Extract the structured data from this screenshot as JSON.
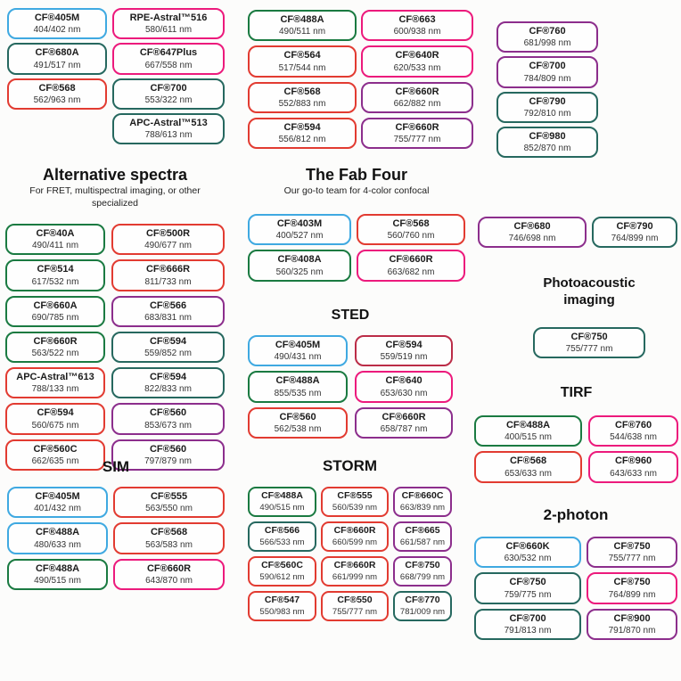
{
  "sections": {
    "alt": {
      "title": "Alternative spectra",
      "subtitle": "For FRET, multispectral imaging, or other specialized"
    },
    "fab": {
      "title": "The Fab Four",
      "subtitle": "Our go-to team for 4-color confocal"
    },
    "sted": {
      "title": "STED"
    },
    "photo": {
      "title": "Photoacoustic imaging"
    },
    "tirf": {
      "title": "TIRF"
    },
    "sim": {
      "title": "SIM"
    },
    "storm": {
      "title": "STORM"
    },
    "twophoton": {
      "title": "2-photon"
    }
  },
  "palette": {
    "blue": "#3FA9E1",
    "green": "#1A7A41",
    "teal": "#26685F",
    "red": "#E23B31",
    "darkred": "#BB2C47",
    "pink": "#EC1A7C",
    "purple": "#8C2E8C"
  },
  "groups": {
    "top_left": {
      "columns": [
        [
          {
            "name": "CF®405M",
            "ex_em": "404/402 nm",
            "color": "blue"
          },
          {
            "name": "CF®680A",
            "ex_em": "491/517 nm",
            "color": "teal"
          },
          {
            "name": "CF®568",
            "ex_em": "562/963 nm",
            "color": "red"
          }
        ],
        [
          {
            "name": "RPE-Astral™516",
            "ex_em": "580/611 nm",
            "color": "pink"
          },
          {
            "name": "CF®647Plus",
            "ex_em": "667/558 nm",
            "color": "pink"
          },
          {
            "name": "CF®700",
            "ex_em": "553/322 nm",
            "color": "teal"
          },
          {
            "name": "APC-Astral™513",
            "ex_em": "788/613 nm",
            "color": "teal"
          }
        ]
      ]
    },
    "top_middle": {
      "columns": [
        [
          {
            "name": "CF®488A",
            "ex_em": "490/511 nm",
            "color": "green"
          },
          {
            "name": "CF®564",
            "ex_em": "517/544 nm",
            "color": "red"
          },
          {
            "name": "CF®568",
            "ex_em": "552/883 nm",
            "color": "red"
          },
          {
            "name": "CF®594",
            "ex_em": "556/812 nm",
            "color": "red"
          }
        ],
        [
          {
            "name": "CF®663",
            "ex_em": "600/938 nm",
            "color": "pink"
          },
          {
            "name": "CF®640R",
            "ex_em": "620/533 nm",
            "color": "pink"
          },
          {
            "name": "CF®660R",
            "ex_em": "662/882 nm",
            "color": "purple"
          },
          {
            "name": "CF®660R",
            "ex_em": "755/777 nm",
            "color": "purple"
          }
        ]
      ]
    },
    "top_right": {
      "columns": [
        [
          {
            "name": "CF®760",
            "ex_em": "681/998 nm",
            "color": "purple"
          },
          {
            "name": "CF®700",
            "ex_em": "784/809 nm",
            "color": "purple"
          },
          {
            "name": "CF®790",
            "ex_em": "792/810 nm",
            "color": "teal"
          },
          {
            "name": "CF®980",
            "ex_em": "852/870 nm",
            "color": "teal"
          }
        ]
      ]
    },
    "alt": {
      "columns": [
        [
          {
            "name": "CF®40A",
            "ex_em": "490/411 nm",
            "color": "green"
          },
          {
            "name": "CF®514",
            "ex_em": "617/532 nm",
            "color": "green"
          },
          {
            "name": "CF®660A",
            "ex_em": "690/785 nm",
            "color": "green"
          },
          {
            "name": "CF®660R",
            "ex_em": "563/522 nm",
            "color": "green"
          },
          {
            "name": "APC-Astral™613",
            "ex_em": "788/133 nm",
            "color": "red"
          },
          {
            "name": "CF®594",
            "ex_em": "560/675 nm",
            "color": "red"
          },
          {
            "name": "CF®560C",
            "ex_em": "662/635 nm",
            "color": "red"
          }
        ],
        [
          {
            "name": "CF®500R",
            "ex_em": "490/677 nm",
            "color": "red"
          },
          {
            "name": "CF®666R",
            "ex_em": "811/733 nm",
            "color": "red"
          },
          {
            "name": "CF®566",
            "ex_em": "683/831 nm",
            "color": "purple"
          },
          {
            "name": "CF®594",
            "ex_em": "559/852 nm",
            "color": "teal"
          },
          {
            "name": "CF®594",
            "ex_em": "822/833 nm",
            "color": "teal"
          },
          {
            "name": "CF®560",
            "ex_em": "853/673 nm",
            "color": "purple"
          },
          {
            "name": "CF®560",
            "ex_em": "797/879 nm",
            "color": "purple"
          }
        ]
      ]
    },
    "fab": {
      "columns": [
        [
          {
            "name": "CF®403M",
            "ex_em": "400/527 nm",
            "color": "blue"
          },
          {
            "name": "CF®408A",
            "ex_em": "560/325 nm",
            "color": "green"
          }
        ],
        [
          {
            "name": "CF®568",
            "ex_em": "560/760 nm",
            "color": "red"
          },
          {
            "name": "CF®660R",
            "ex_em": "663/682 nm",
            "color": "pink"
          }
        ]
      ]
    },
    "sted": {
      "columns": [
        [
          {
            "name": "CF®405M",
            "ex_em": "490/431 nm",
            "color": "blue"
          },
          {
            "name": "CF®488A",
            "ex_em": "855/535 nm",
            "color": "green"
          },
          {
            "name": "CF®560",
            "ex_em": "562/538 nm",
            "color": "red"
          }
        ],
        [
          {
            "name": "CF®594",
            "ex_em": "559/519 nm",
            "color": "darkred"
          },
          {
            "name": "CF®640",
            "ex_em": "653/630 nm",
            "color": "pink"
          },
          {
            "name": "CF®660R",
            "ex_em": "658/787 nm",
            "color": "purple"
          }
        ]
      ]
    },
    "pair": {
      "columns": [
        [
          {
            "name": "CF®680",
            "ex_em": "746/698 nm",
            "color": "purple"
          }
        ],
        [
          {
            "name": "CF®790",
            "ex_em": "764/899 nm",
            "color": "teal"
          }
        ]
      ]
    },
    "photo": {
      "columns": [
        [
          {
            "name": "CF®750",
            "ex_em": "755/777 nm",
            "color": "teal"
          }
        ]
      ]
    },
    "tirf": {
      "columns": [
        [
          {
            "name": "CF®488A",
            "ex_em": "400/515 nm",
            "color": "green"
          },
          {
            "name": "CF®568",
            "ex_em": "653/633 nm",
            "color": "red"
          }
        ],
        [
          {
            "name": "CF®760",
            "ex_em": "544/638 nm",
            "color": "pink"
          },
          {
            "name": "CF®960",
            "ex_em": "643/633 nm",
            "color": "pink"
          }
        ]
      ]
    },
    "sim": {
      "columns": [
        [
          {
            "name": "CF®405M",
            "ex_em": "401/432 nm",
            "color": "blue"
          },
          {
            "name": "CF®488A",
            "ex_em": "480/633 nm",
            "color": "blue"
          },
          {
            "name": "CF®488A",
            "ex_em": "490/515 nm",
            "color": "green"
          }
        ],
        [
          {
            "name": "CF®555",
            "ex_em": "563/550 nm",
            "color": "red"
          },
          {
            "name": "CF®568",
            "ex_em": "563/583 nm",
            "color": "red"
          },
          {
            "name": "CF®660R",
            "ex_em": "643/870 nm",
            "color": "pink"
          }
        ]
      ]
    },
    "storm": {
      "columns": [
        [
          {
            "name": "CF®488A",
            "ex_em": "490/515 nm",
            "color": "green"
          },
          {
            "name": "CF®566",
            "ex_em": "566/533 nm",
            "color": "teal"
          },
          {
            "name": "CF®560C",
            "ex_em": "590/612 nm",
            "color": "red"
          },
          {
            "name": "CF®547",
            "ex_em": "550/983 nm",
            "color": "red"
          }
        ],
        [
          {
            "name": "CF®555",
            "ex_em": "560/539 nm",
            "color": "red"
          },
          {
            "name": "CF®660R",
            "ex_em": "660/599 nm",
            "color": "red"
          },
          {
            "name": "CF®660R",
            "ex_em": "661/999 nm",
            "color": "red"
          },
          {
            "name": "CF®550",
            "ex_em": "755/777 nm",
            "color": "red"
          }
        ],
        [
          {
            "name": "CF®660C",
            "ex_em": "663/839 nm",
            "color": "purple"
          },
          {
            "name": "CF®665",
            "ex_em": "661/587 nm",
            "color": "purple"
          },
          {
            "name": "CF®750",
            "ex_em": "668/799 nm",
            "color": "purple"
          },
          {
            "name": "CF®770",
            "ex_em": "781/009 nm",
            "color": "teal"
          }
        ]
      ]
    },
    "twophoton": {
      "columns": [
        [
          {
            "name": "CF®660K",
            "ex_em": "630/532 nm",
            "color": "blue"
          },
          {
            "name": "CF®750",
            "ex_em": "759/775 nm",
            "color": "teal"
          },
          {
            "name": "CF®700",
            "ex_em": "791/813 nm",
            "color": "teal"
          }
        ],
        [
          {
            "name": "CF®750",
            "ex_em": "755/777 nm",
            "color": "purple"
          },
          {
            "name": "CF®750",
            "ex_em": "764/899 nm",
            "color": "pink"
          },
          {
            "name": "CF®900",
            "ex_em": "791/870 nm",
            "color": "purple"
          }
        ]
      ]
    }
  }
}
